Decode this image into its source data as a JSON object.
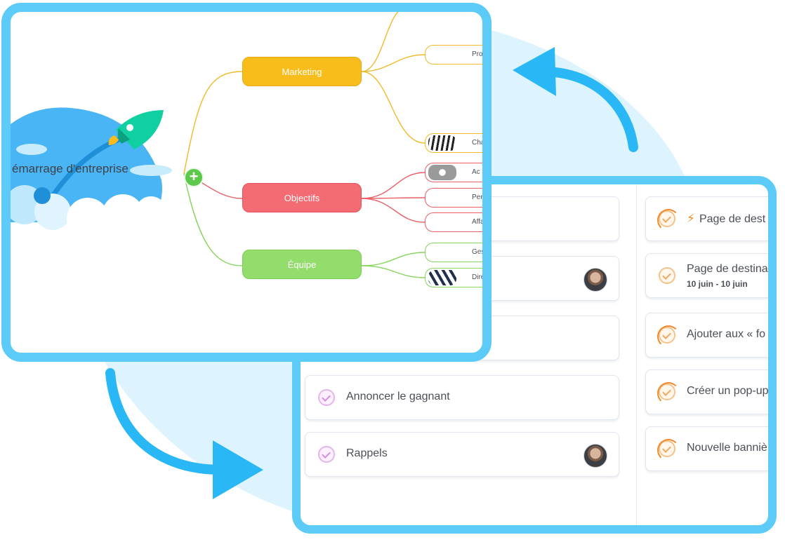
{
  "mindmap": {
    "central_topic": "émarrage d'entreprise",
    "add_icon": "plus-icon",
    "branches": [
      {
        "label": "Marketing",
        "color": "#f9bd1b"
      },
      {
        "label": "Objectifs",
        "color": "#f56b73"
      },
      {
        "label": "Équipe",
        "color": "#93dd6c"
      }
    ],
    "leaves": [
      {
        "label": "Pro",
        "branch": "Marketing"
      },
      {
        "label": "Cha",
        "branch": "Marketing"
      },
      {
        "label": "Ac",
        "branch": "Objectifs"
      },
      {
        "label": "Pers",
        "branch": "Objectifs"
      },
      {
        "label": "Affa",
        "branch": "Objectifs"
      },
      {
        "label": "Ges",
        "branch": "Équipe"
      },
      {
        "label": "Dire",
        "branch": "Équipe"
      }
    ]
  },
  "board": {
    "left_column": [
      {
        "title": "",
        "has_avatar": false
      },
      {
        "title": "",
        "has_avatar": true
      },
      {
        "title": "",
        "has_avatar": false
      },
      {
        "title": "Annoncer le gagnant",
        "has_avatar": false
      },
      {
        "title": "Rappels",
        "has_avatar": true
      }
    ],
    "right_column": [
      {
        "title": "Page de dest",
        "icon": "lightning-bolt-icon"
      },
      {
        "title": "Page de destina",
        "date": "10 juin - 10 juin"
      },
      {
        "title": "Ajouter aux « fo"
      },
      {
        "title": "Créer un pop-up"
      },
      {
        "title": "Nouvelle banniè"
      }
    ]
  },
  "colors": {
    "frame": "#5ccbf7",
    "background_blob": "#ddf3fd",
    "arrow": "#29b8f5"
  }
}
